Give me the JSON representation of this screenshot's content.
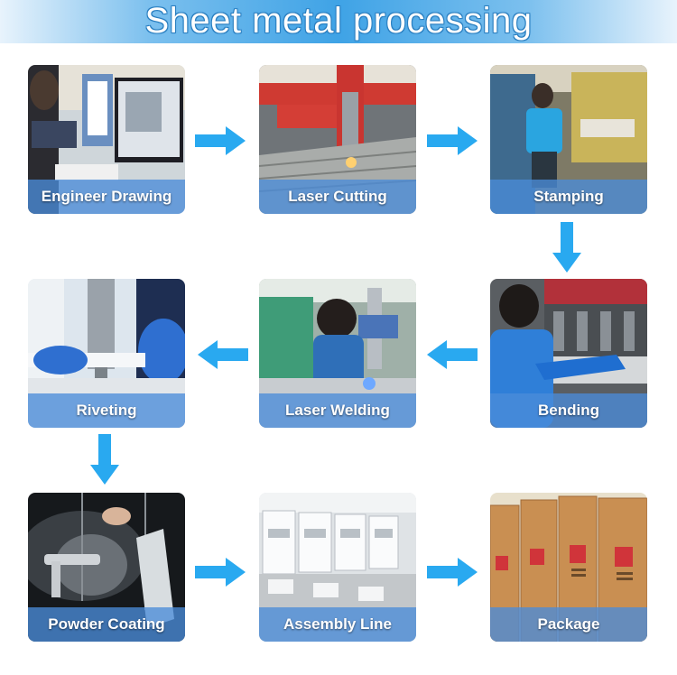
{
  "header": {
    "title": "Sheet metal processing"
  },
  "steps": [
    {
      "label": "Engineer Drawing",
      "icon": "computer-workstation-photo"
    },
    {
      "label": "Laser Cutting",
      "icon": "laser-cutter-photo"
    },
    {
      "label": "Stamping",
      "icon": "stamping-press-photo"
    },
    {
      "label": "Bending",
      "icon": "press-brake-photo"
    },
    {
      "label": "Laser Welding",
      "icon": "laser-welding-photo"
    },
    {
      "label": "Riveting",
      "icon": "riveting-photo"
    },
    {
      "label": "Powder Coating",
      "icon": "spray-gun-photo"
    },
    {
      "label": "Assembly Line",
      "icon": "assembly-line-photo"
    },
    {
      "label": "Package",
      "icon": "cardboard-box-photo"
    }
  ],
  "colors": {
    "arrow": "#29a9f0",
    "label_band": "#4a8cd8",
    "banner": "#3fa3e6"
  }
}
